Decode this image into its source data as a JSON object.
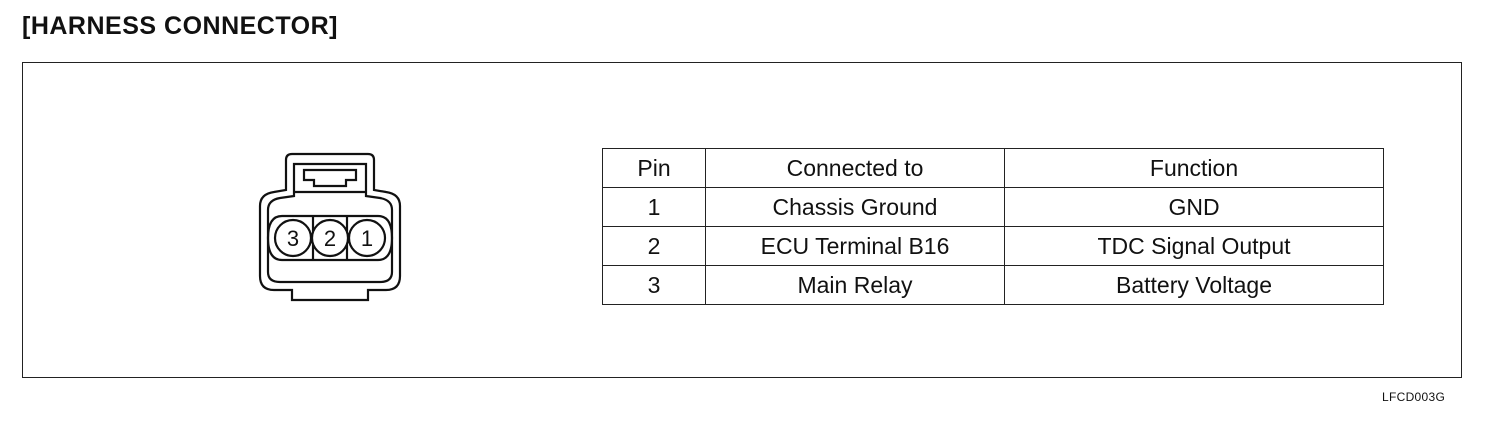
{
  "heading": "[HARNESS  CONNECTOR]",
  "connector": {
    "pins": [
      "3",
      "2",
      "1"
    ]
  },
  "table": {
    "headers": [
      "Pin",
      "Connected to",
      "Function"
    ],
    "rows": [
      [
        "1",
        "Chassis Ground",
        "GND"
      ],
      [
        "2",
        "ECU Terminal B16",
        "TDC Signal Output"
      ],
      [
        "3",
        "Main Relay",
        "Battery Voltage"
      ]
    ]
  },
  "figure_code": "LFCD003G"
}
